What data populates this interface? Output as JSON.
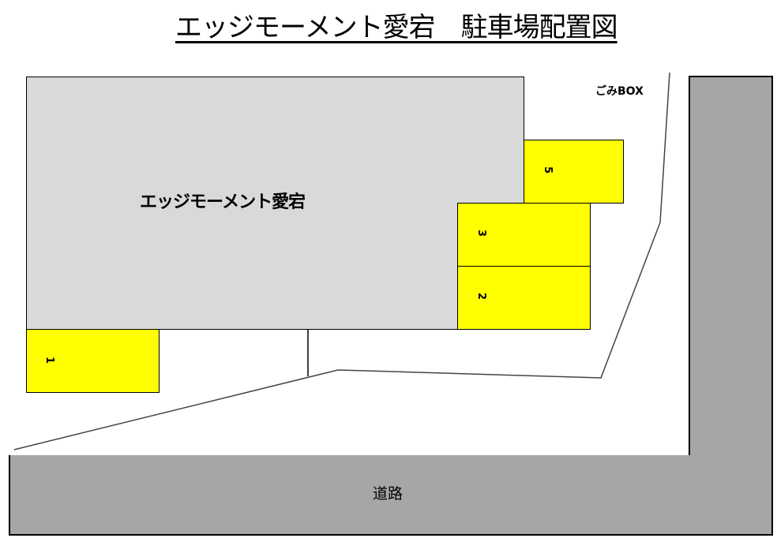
{
  "title": "エッジモーメント愛宕　駐車場配置図",
  "building": {
    "label": "エッジモーメント愛宕",
    "color": "#d9d9d9"
  },
  "garbage_box": {
    "label": "ごみBOX"
  },
  "road": {
    "label": "道路",
    "color": "#a6a6a6"
  },
  "parking_spaces": [
    {
      "number": "1",
      "color": "#ffff00"
    },
    {
      "number": "2",
      "color": "#ffff00"
    },
    {
      "number": "3",
      "color": "#ffff00"
    },
    {
      "number": "5",
      "color": "#ffff00"
    }
  ]
}
